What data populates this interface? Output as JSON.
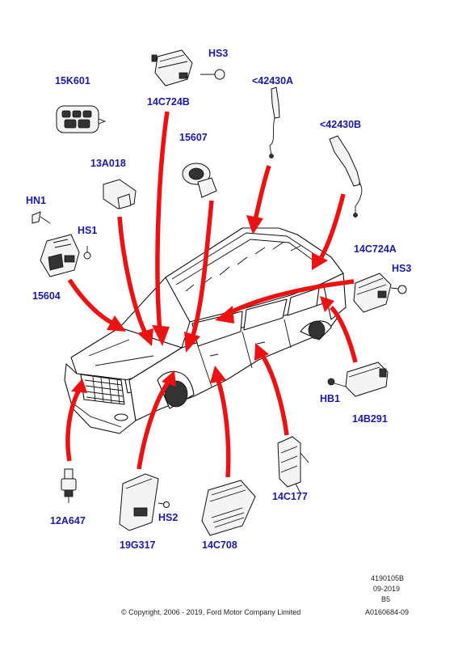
{
  "labels": {
    "l15K601": "15K601",
    "lHS3a": "HS3",
    "l14C724B": "14C724B",
    "l42430A": "<42430A",
    "l42430B": "<42430B",
    "l15607": "15607",
    "l13A018": "13A018",
    "lHN1": "HN1",
    "lHS1": "HS1",
    "l15604": "15604",
    "l14C724A": "14C724A",
    "lHS3b": "HS3",
    "lHB1": "HB1",
    "l14B291": "14B291",
    "l12A647": "12A647",
    "lHS2": "HS2",
    "l19G317": "19G317",
    "l14C708": "14C708",
    "l14C177": "14C177"
  },
  "footer": {
    "code": "4190105B",
    "date": "09-2019",
    "rev": "B5",
    "ref": "A0160684-09",
    "copyright": "© Copyright, 2006 - 2019, Ford Motor Company Limited"
  },
  "colors": {
    "callout": "#1a1aaa",
    "arrow": "#ee1111"
  }
}
